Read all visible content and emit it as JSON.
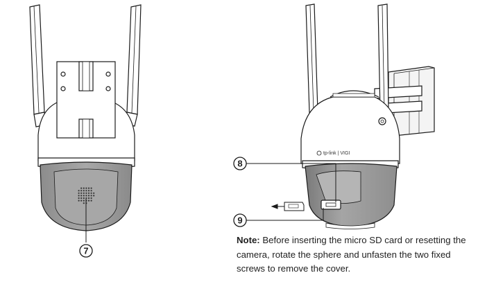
{
  "figure": {
    "callouts": [
      {
        "id": "7",
        "label": "7",
        "part": "speaker"
      },
      {
        "id": "8",
        "label": "8",
        "part": "reset-button"
      },
      {
        "id": "9",
        "label": "9",
        "part": "micro-sd-card-slot"
      }
    ],
    "brand_text": "tp-link | VIGI"
  },
  "note": {
    "label": "Note:",
    "text": " Before inserting the micro SD card or resetting the camera, rotate the sphere and unfasten the two fixed screws to remove the cover."
  },
  "colors": {
    "line": "#1a1a1a",
    "body_fill": "#ffffff",
    "dome_fill": "#9a9a9a",
    "dome_shadow": "#7d7d7d",
    "mount_fill": "#f4f4f4"
  }
}
